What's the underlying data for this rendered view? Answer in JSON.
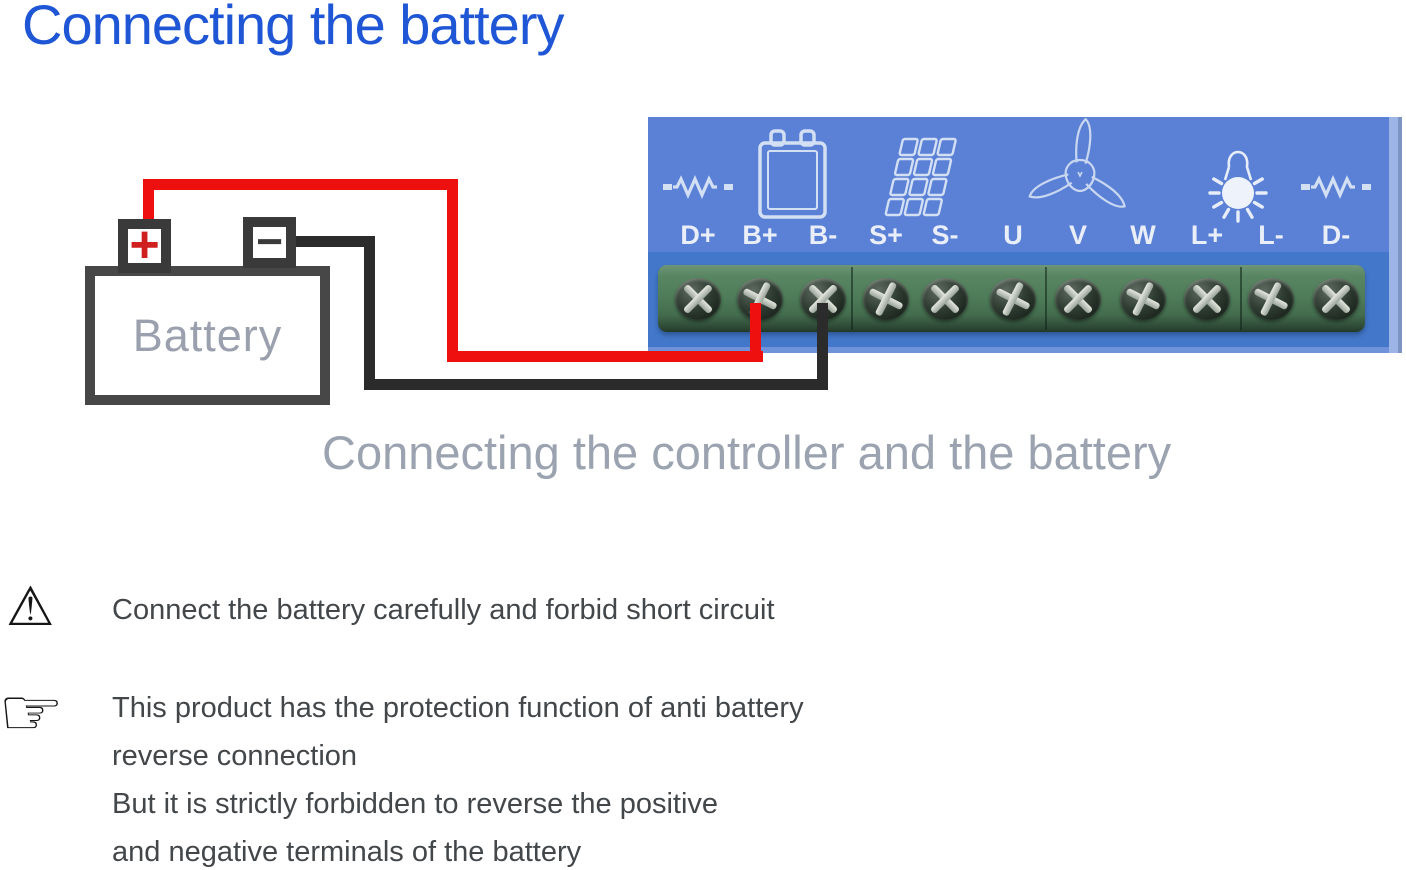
{
  "title": "Connecting the battery",
  "caption": "Connecting the controller and the battery",
  "battery": {
    "label": "Battery",
    "plus_symbol": "+",
    "minus_symbol": "−"
  },
  "controller": {
    "terminals": [
      "D+",
      "B+",
      "B-",
      "S+",
      "S-",
      "U",
      "V",
      "W",
      "L+",
      "L-",
      "D-"
    ],
    "icons": [
      "resistor-icon",
      "battery-icon",
      "solar-panel-icon",
      "wind-turbine-icon",
      "light-bulb-icon",
      "resistor-icon"
    ]
  },
  "wires": {
    "positive": "red wire from battery + to B+",
    "negative": "black wire from battery − to B-"
  },
  "notes": [
    {
      "icon": "warning-triangle-icon",
      "symbol": "⚠",
      "lines": [
        "Connect the battery carefully and forbid short circuit"
      ]
    },
    {
      "icon": "pointing-hand-icon",
      "symbol": "☞",
      "lines": [
        "This product has the protection function of anti battery",
        "reverse connection",
        "But it is strictly forbidden to reverse the positive",
        "and negative terminals of the battery"
      ]
    }
  ],
  "colors": {
    "title": "#1e56d6",
    "caption": "#9ba3b0",
    "body_text": "#43474a",
    "wire_positive": "#ee0f0f",
    "wire_negative": "#2b2b2b",
    "panel_top": "#5b81d7",
    "panel_bottom": "#4377c9",
    "terminal_block_green": "#4d7a58",
    "terminal_label": "#e9eef9",
    "battery_label": "#9aa0ad"
  }
}
